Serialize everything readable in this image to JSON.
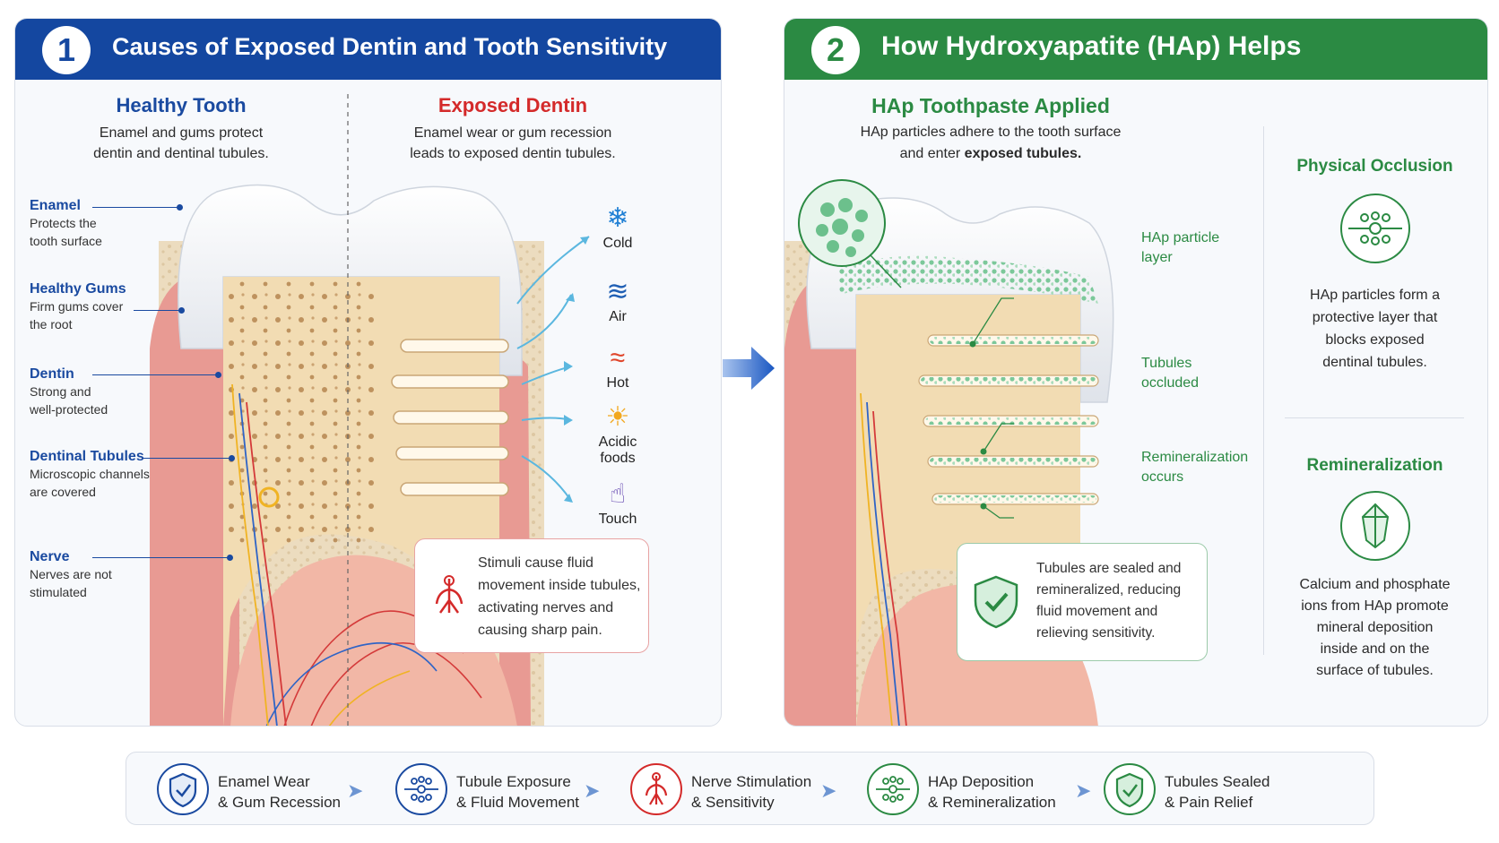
{
  "panel1": {
    "number": "1",
    "title": "Causes of Exposed Dentin and Tooth Sensitivity",
    "healthy": {
      "title": "Healthy Tooth",
      "desc1": "Enamel and gums protect",
      "desc2": "dentin and dentinal tubules."
    },
    "exposed": {
      "title": "Exposed Dentin",
      "desc1": "Enamel wear or gum recession",
      "desc2": "leads to exposed dentin tubules."
    },
    "labels": [
      {
        "title": "Enamel",
        "desc1": "Protects the",
        "desc2": "tooth surface"
      },
      {
        "title": "Healthy Gums",
        "desc1": "Firm gums cover",
        "desc2": "the root"
      },
      {
        "title": "Dentin",
        "desc1": "Strong and",
        "desc2": "well-protected"
      },
      {
        "title": "Dentinal Tubules",
        "desc1": "Microscopic channels",
        "desc2": "are covered"
      },
      {
        "title": "Nerve",
        "desc1": "Nerves are not",
        "desc2": "stimulated"
      }
    ],
    "stimuli": [
      {
        "label": "Cold",
        "icon": "snowflake-icon"
      },
      {
        "label": "Air",
        "icon": "wind-icon"
      },
      {
        "label": "Hot",
        "icon": "heat-icon"
      },
      {
        "label1": "Acidic",
        "label2": "foods",
        "icon": "lemon-icon"
      },
      {
        "label": "Touch",
        "icon": "touch-icon"
      }
    ],
    "callout": {
      "line1": "Stimuli cause fluid",
      "line2": "movement inside tubules,",
      "line3": "activating nerves and",
      "line4": "causing sharp pain."
    }
  },
  "panel2": {
    "number": "2",
    "title": "How Hydroxyapatite (HAp) Helps",
    "applied": {
      "title": "HAp Toothpaste Applied",
      "desc1": "HAp particles adhere to the tooth surface",
      "desc2_pre": "and enter ",
      "desc2_bold": "exposed tubules."
    },
    "labels": [
      {
        "line1": "HAp particle",
        "line2": "layer"
      },
      {
        "line1": "Tubules",
        "line2": "occluded"
      },
      {
        "line1": "Remineralization",
        "line2": "occurs"
      }
    ],
    "callout": {
      "line1": "Tubules are sealed and",
      "line2": "remineralized, reducing",
      "line3": "fluid movement and",
      "line4": "relieving sensitivity."
    },
    "occlusion": {
      "title": "Physical Occlusion",
      "line1": "HAp particles form a",
      "line2": "protective layer that",
      "line3": "blocks exposed",
      "line4": "dentinal tubules."
    },
    "remineralization": {
      "title": "Remineralization",
      "line1": "Calcium and phosphate",
      "line2": "ions from HAp promote",
      "line3": "mineral deposition",
      "line4": "inside and on the",
      "line5": "surface of tubules."
    }
  },
  "steps": [
    {
      "line1": "Enamel Wear",
      "line2": "& Gum Recession",
      "icon": "shield-icon",
      "color": "#1a4aa0"
    },
    {
      "line1": "Tubule Exposure",
      "line2": "& Fluid Movement",
      "icon": "tubules-icon",
      "color": "#1a4aa0"
    },
    {
      "line1": "Nerve Stimulation",
      "line2": "& Sensitivity",
      "icon": "nerve-icon",
      "color": "#d42a2a"
    },
    {
      "line1": "HAp Deposition",
      "line2": "& Remineralization",
      "icon": "particles-icon",
      "color": "#2b8a43"
    },
    {
      "line1": "Tubules Sealed",
      "line2": "& Pain Relief",
      "icon": "shield-check-icon",
      "color": "#2b8a43"
    }
  ],
  "colors": {
    "blue": "#1447a0",
    "green": "#2b8a43",
    "red": "#d42a2a",
    "dentin": "#f2dcb3",
    "enamel": "#f4f4f4",
    "gum": "#e89a93"
  }
}
